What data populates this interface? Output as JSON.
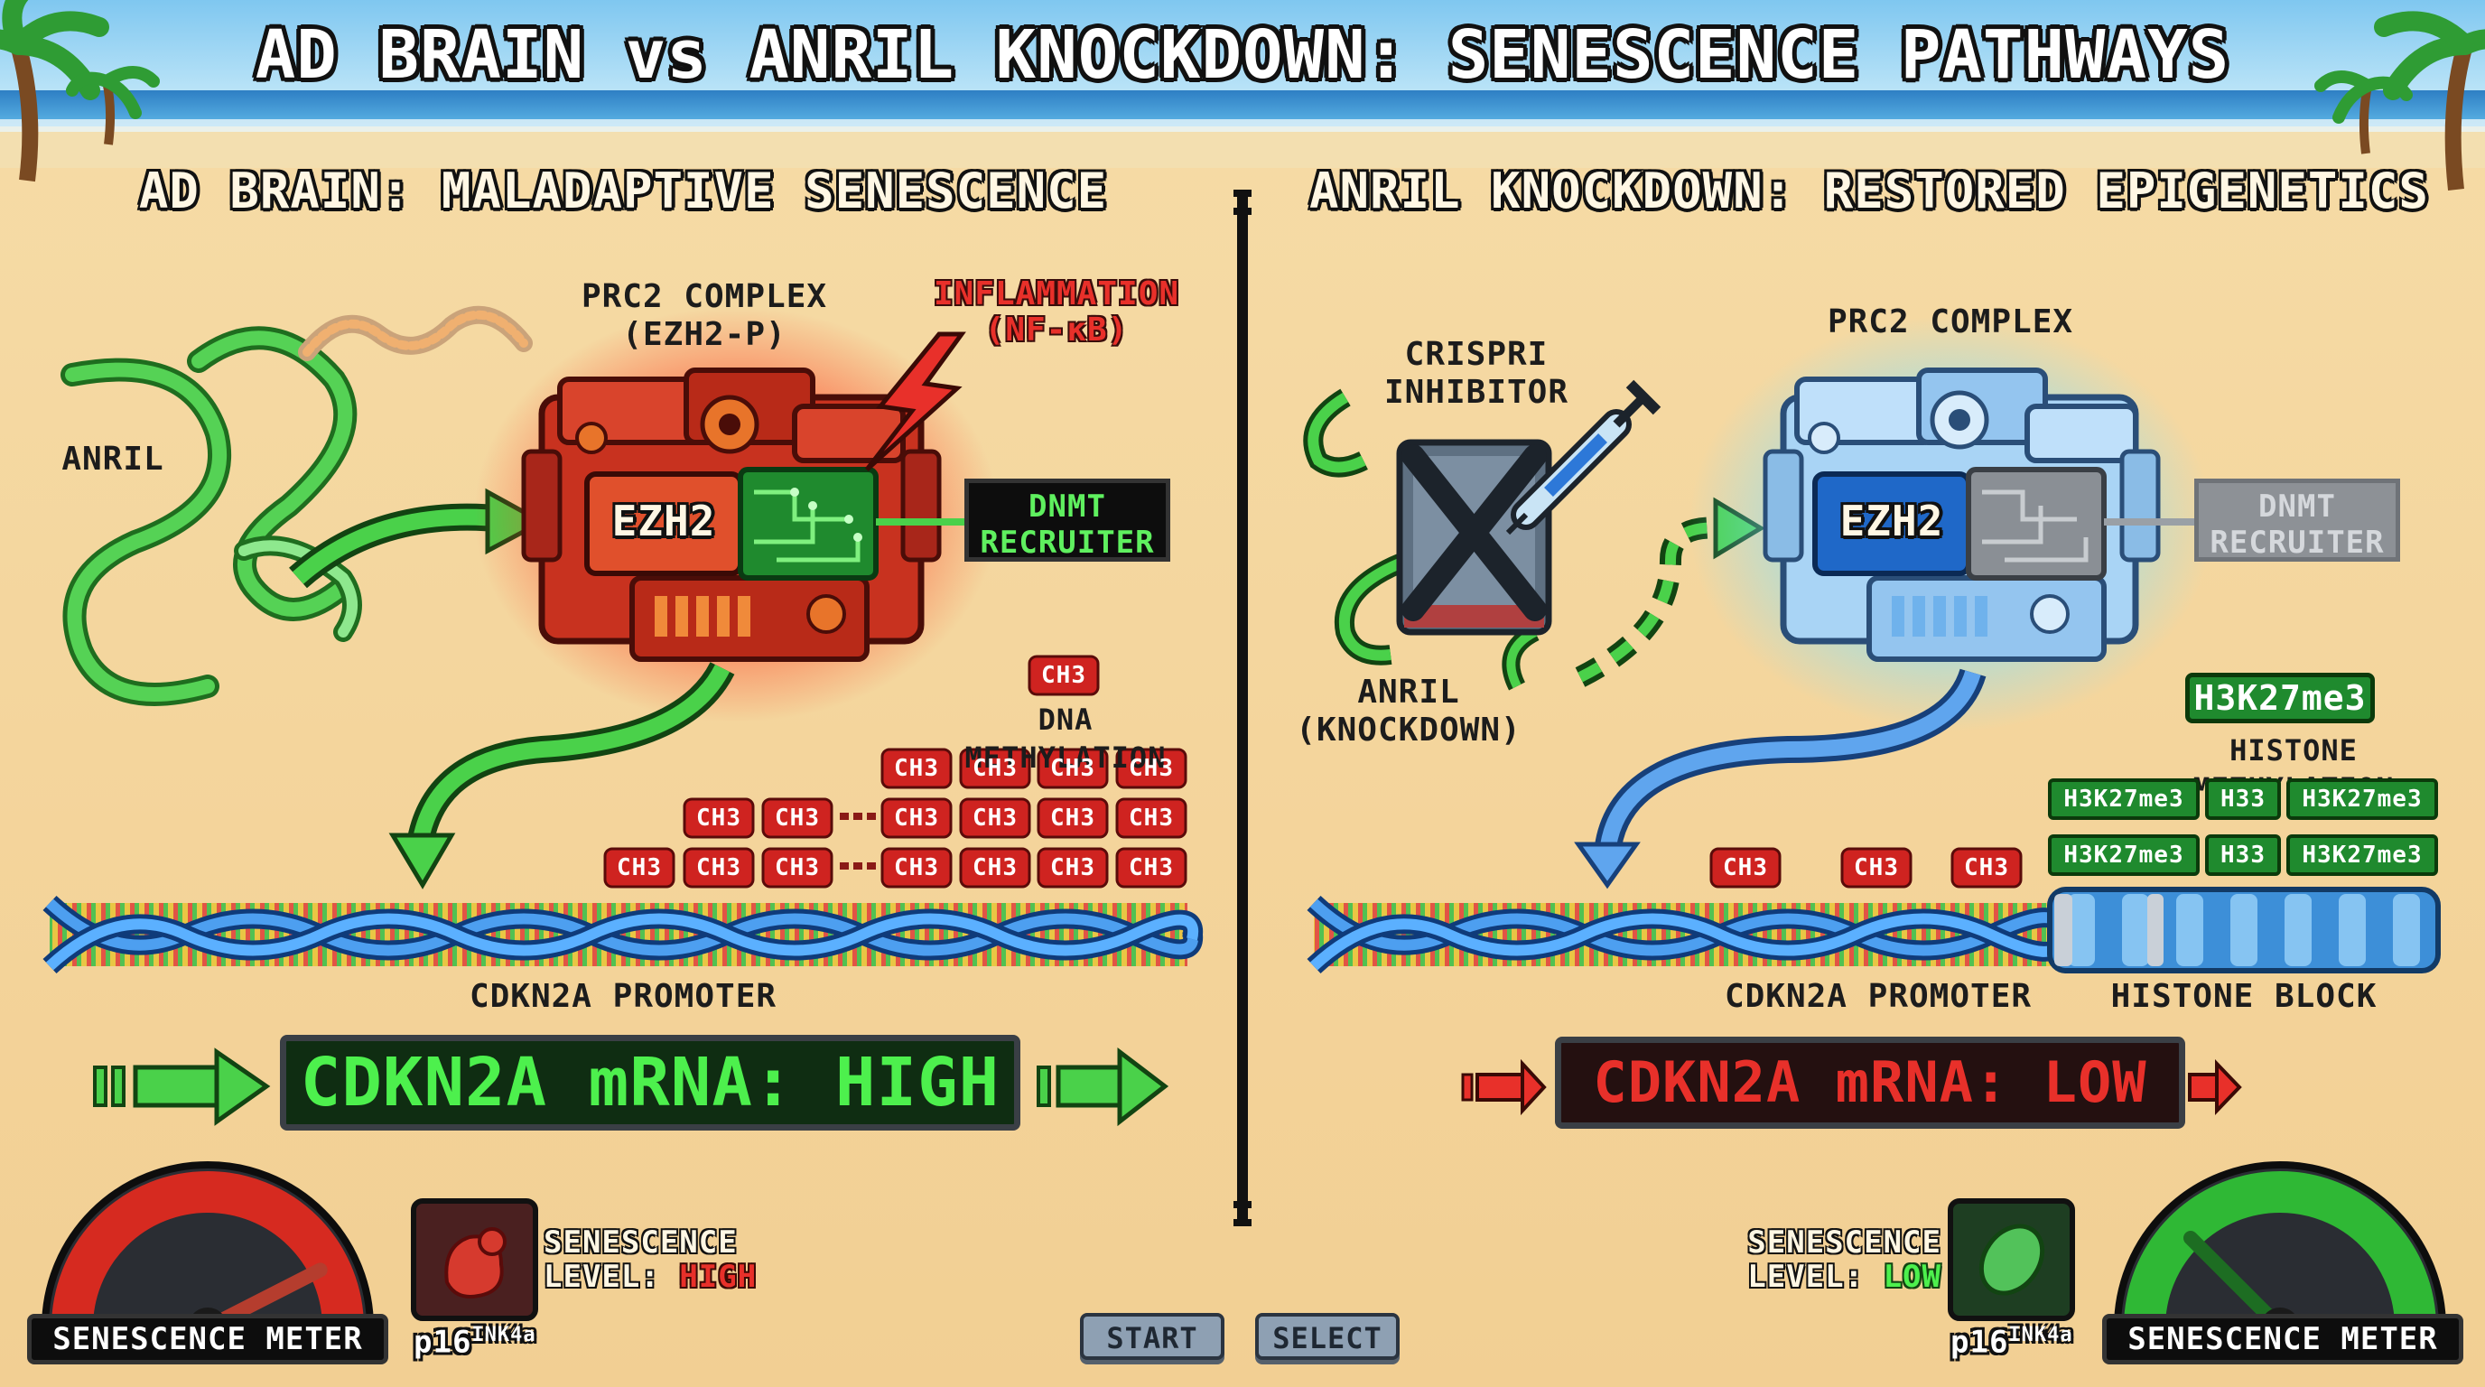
{
  "title": "AD BRAIN vs ANRIL KNOCKDOWN: SENESCENCE PATHWAYS",
  "left": {
    "heading": "AD BRAIN: MALADAPTIVE SENESCENCE",
    "anril_label": "ANRIL",
    "prc2_label_line1": "PRC2 COMPLEX",
    "prc2_label_line2": "(EZH2-P)",
    "inflammation_line1": "INFLAMMATION",
    "inflammation_line2": "(NF-κB)",
    "ezh2": "EZH2",
    "dnmt_line1": "DNMT",
    "dnmt_line2": "RECRUITER",
    "ch3": "CH3",
    "dna_methylation": "DNA METHYLATION",
    "promoter": "CDKN2A PROMOTER",
    "mrna": "CDKN2A mRNA: HIGH",
    "meter_label": "SENESCENCE METER",
    "level_line1": "SENESCENCE",
    "level_prefix": "LEVEL:",
    "level_value": "HIGH",
    "p16_base": "p16",
    "p16_sup": "INK4a",
    "meter_level": 0.85
  },
  "right": {
    "heading": "ANRIL KNOCKDOWN: RESTORED EPIGENETICS",
    "crispri_line1": "CRISPRI",
    "crispri_line2": "INHIBITOR",
    "anril_line1": "ANRIL",
    "anril_line2": "(KNOCKDOWN)",
    "prc2_label": "PRC2 COMPLEX",
    "ezh2": "EZH2",
    "dnmt_line1": "DNMT",
    "dnmt_line2": "RECRUITER",
    "h3k27_big": "H3K27me3",
    "histone_methylation": "HISTONE METHYLATION",
    "h3k27": "H3K27me3",
    "h33": "H33",
    "ch3": "CH3",
    "promoter": "CDKN2A PROMOTER",
    "histone_block": "HISTONE BLOCK",
    "mrna": "CDKN2A mRNA: LOW",
    "meter_label": "SENESCENCE METER",
    "level_line1": "SENESCENCE",
    "level_prefix": "LEVEL:",
    "level_value": "LOW",
    "p16_base": "p16",
    "p16_sup": "INK4a",
    "meter_level": 0.25
  },
  "buttons": {
    "start": "START",
    "select": "SELECT"
  },
  "colors": {
    "high": "#e8302a",
    "low": "#38c838",
    "accent_green": "#4ad14a",
    "accent_blue": "#5fa5ee"
  }
}
